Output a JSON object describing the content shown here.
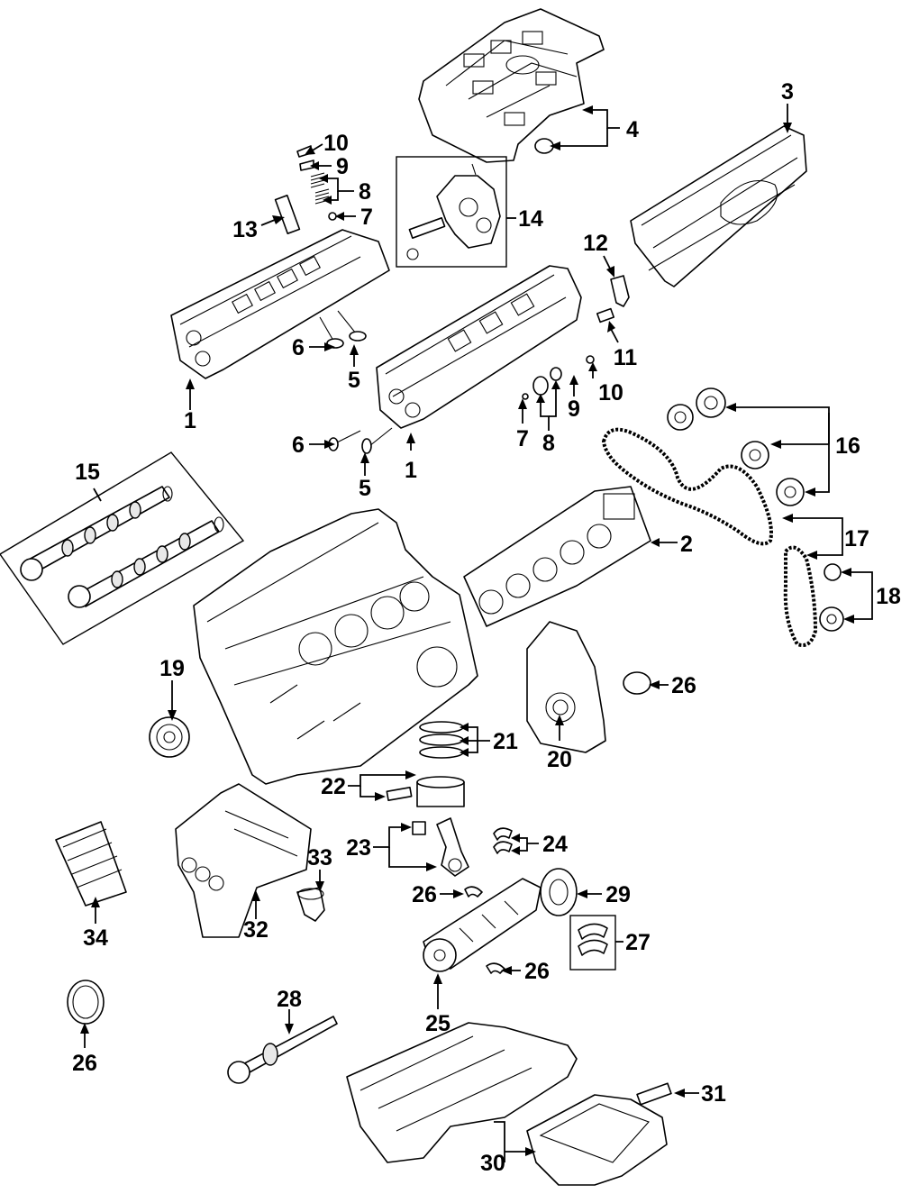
{
  "callouts": [
    {
      "key": "c1a",
      "text": "1"
    },
    {
      "key": "c1b",
      "text": "1"
    },
    {
      "key": "c2",
      "text": "2"
    },
    {
      "key": "c3",
      "text": "3"
    },
    {
      "key": "c4",
      "text": "4"
    },
    {
      "key": "c5a",
      "text": "5"
    },
    {
      "key": "c5b",
      "text": "5"
    },
    {
      "key": "c6a",
      "text": "6"
    },
    {
      "key": "c6b",
      "text": "6"
    },
    {
      "key": "c7a",
      "text": "7"
    },
    {
      "key": "c7b",
      "text": "7"
    },
    {
      "key": "c8a",
      "text": "8"
    },
    {
      "key": "c8b",
      "text": "8"
    },
    {
      "key": "c9a",
      "text": "9"
    },
    {
      "key": "c9b",
      "text": "9"
    },
    {
      "key": "c10a",
      "text": "10"
    },
    {
      "key": "c10b",
      "text": "10"
    },
    {
      "key": "c11",
      "text": "11"
    },
    {
      "key": "c12",
      "text": "12"
    },
    {
      "key": "c13",
      "text": "13"
    },
    {
      "key": "c14",
      "text": "14"
    },
    {
      "key": "c15",
      "text": "15"
    },
    {
      "key": "c16",
      "text": "16"
    },
    {
      "key": "c17",
      "text": "17"
    },
    {
      "key": "c18",
      "text": "18"
    },
    {
      "key": "c19",
      "text": "19"
    },
    {
      "key": "c20",
      "text": "20"
    },
    {
      "key": "c21",
      "text": "21"
    },
    {
      "key": "c22",
      "text": "22"
    },
    {
      "key": "c23",
      "text": "23"
    },
    {
      "key": "c24",
      "text": "24"
    },
    {
      "key": "c25",
      "text": "25"
    },
    {
      "key": "c26a",
      "text": "26"
    },
    {
      "key": "c26b",
      "text": "26"
    },
    {
      "key": "c26c",
      "text": "26"
    },
    {
      "key": "c26d",
      "text": "26"
    },
    {
      "key": "c27",
      "text": "27"
    },
    {
      "key": "c28",
      "text": "28"
    },
    {
      "key": "c29",
      "text": "29"
    },
    {
      "key": "c30",
      "text": "30"
    },
    {
      "key": "c31",
      "text": "31"
    },
    {
      "key": "c32",
      "text": "32"
    },
    {
      "key": "c33",
      "text": "33"
    },
    {
      "key": "c34",
      "text": "34"
    }
  ]
}
